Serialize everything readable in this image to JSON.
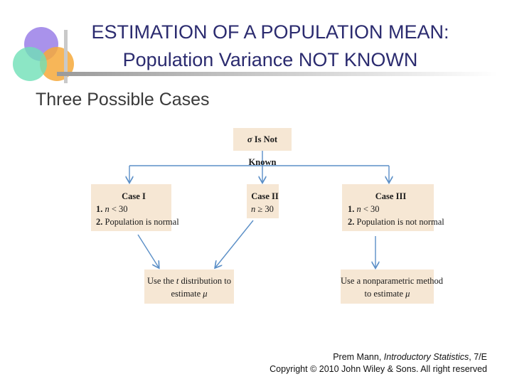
{
  "slide": {
    "title_line1": "ESTIMATION OF A POPULATION MEAN:",
    "title_line2": "Population Variance NOT KNOWN",
    "subtitle": "Three Possible Cases"
  },
  "diagram": {
    "root": {
      "symbol": "σ",
      "label": "Is Not Known"
    },
    "case1": {
      "heading": "Case I",
      "line1_num": "1.",
      "line1_var": "n",
      "line1_rest": "< 30",
      "line2_num": "2.",
      "line2_text": "Population is normal"
    },
    "case2": {
      "heading": "Case II",
      "line1_var": "n",
      "line1_rest": "≥ 30"
    },
    "case3": {
      "heading": "Case III",
      "line1_num": "1.",
      "line1_var": "n",
      "line1_rest": "< 30",
      "line2_num": "2.",
      "line2_text": "Population is not normal"
    },
    "result_t": {
      "line1_pre": "Use the",
      "line1_var": "t",
      "line1_post": "distribution to",
      "line2_pre": "estimate",
      "line2_var": "μ"
    },
    "result_np": {
      "line1": "Use a nonparametric method",
      "line2_pre": "to estimate",
      "line2_var": "μ"
    }
  },
  "footer": {
    "line1_pre": "Prem Mann, ",
    "line1_book": "Introductory Statistics",
    "line1_post": ", 7/E",
    "line2": "Copyright © 2010 John Wiley & Sons. All right reserved"
  },
  "colors": {
    "title": "#2b2b6f",
    "box_fill": "#f6e7d4",
    "arrow": "#5b8fc7"
  }
}
